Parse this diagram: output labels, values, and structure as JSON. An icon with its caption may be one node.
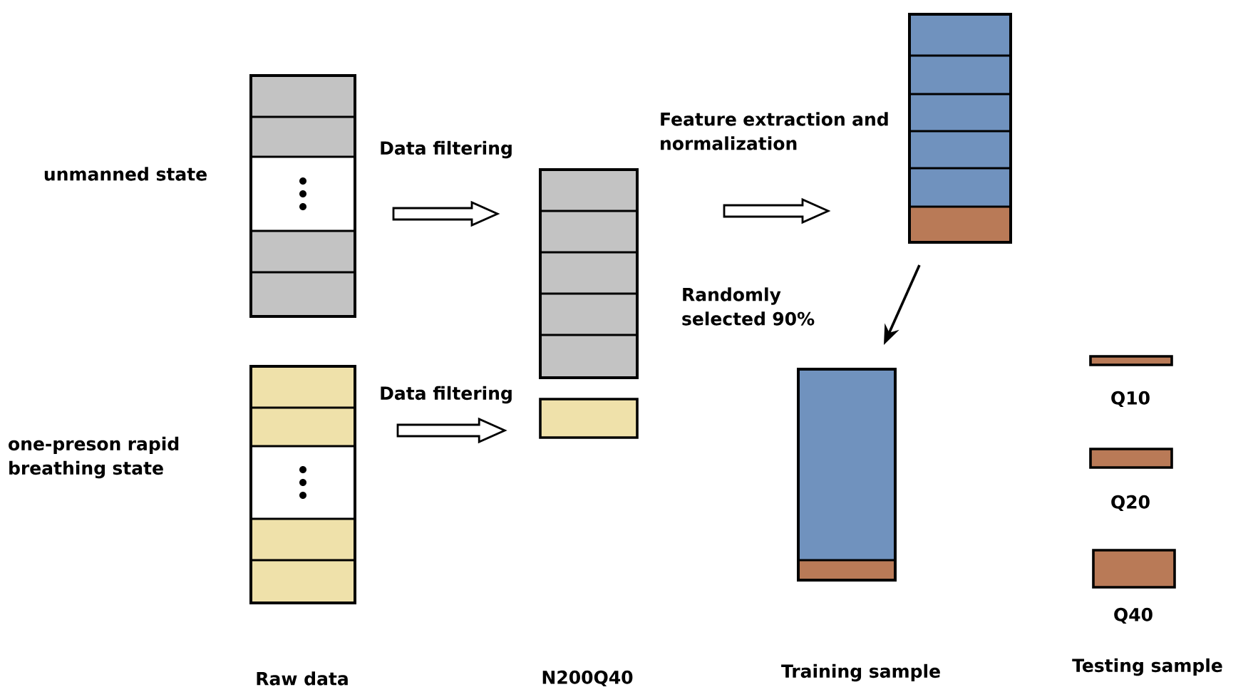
{
  "diagram": {
    "nodes": [
      {
        "text": [],
        "shape": "box"
      },
      {
        "text": [],
        "shape": "box"
      },
      {
        "text": [],
        "shape": "box"
      },
      {
        "text": [],
        "shape": "bar"
      },
      {
        "text": [],
        "shape": "box"
      },
      {
        "text": [],
        "shape": "box"
      },
      {
        "text": [],
        "shape": "bar",
        "beside": [
          "Q10"
        ]
      },
      {
        "text": [],
        "shape": "bar",
        "beside": [
          "Q20"
        ]
      },
      {
        "text": [],
        "shape": "bar",
        "beside": [
          "Q40"
        ]
      }
    ],
    "edges": [
      {
        "from": 0,
        "to": 2,
        "arrow": "to",
        "label": "Data filtering",
        "style": "thick"
      },
      {
        "from": 1,
        "to": 3,
        "arrow": "to",
        "label": "Data filtering",
        "style": "thick"
      },
      {
        "from": 2,
        "to": 4,
        "arrow": "to",
        "label": "Feature extraction and normalization",
        "style": "thick"
      },
      {
        "from": 4,
        "to": 5,
        "arrow": "to",
        "label": "Randomly selected 90%"
      }
    ],
    "labels": [
      "unmanned state",
      "one-preson rapid breathing state",
      "Raw data",
      "N200Q40",
      "Training sample",
      "Testing sample"
    ]
  }
}
